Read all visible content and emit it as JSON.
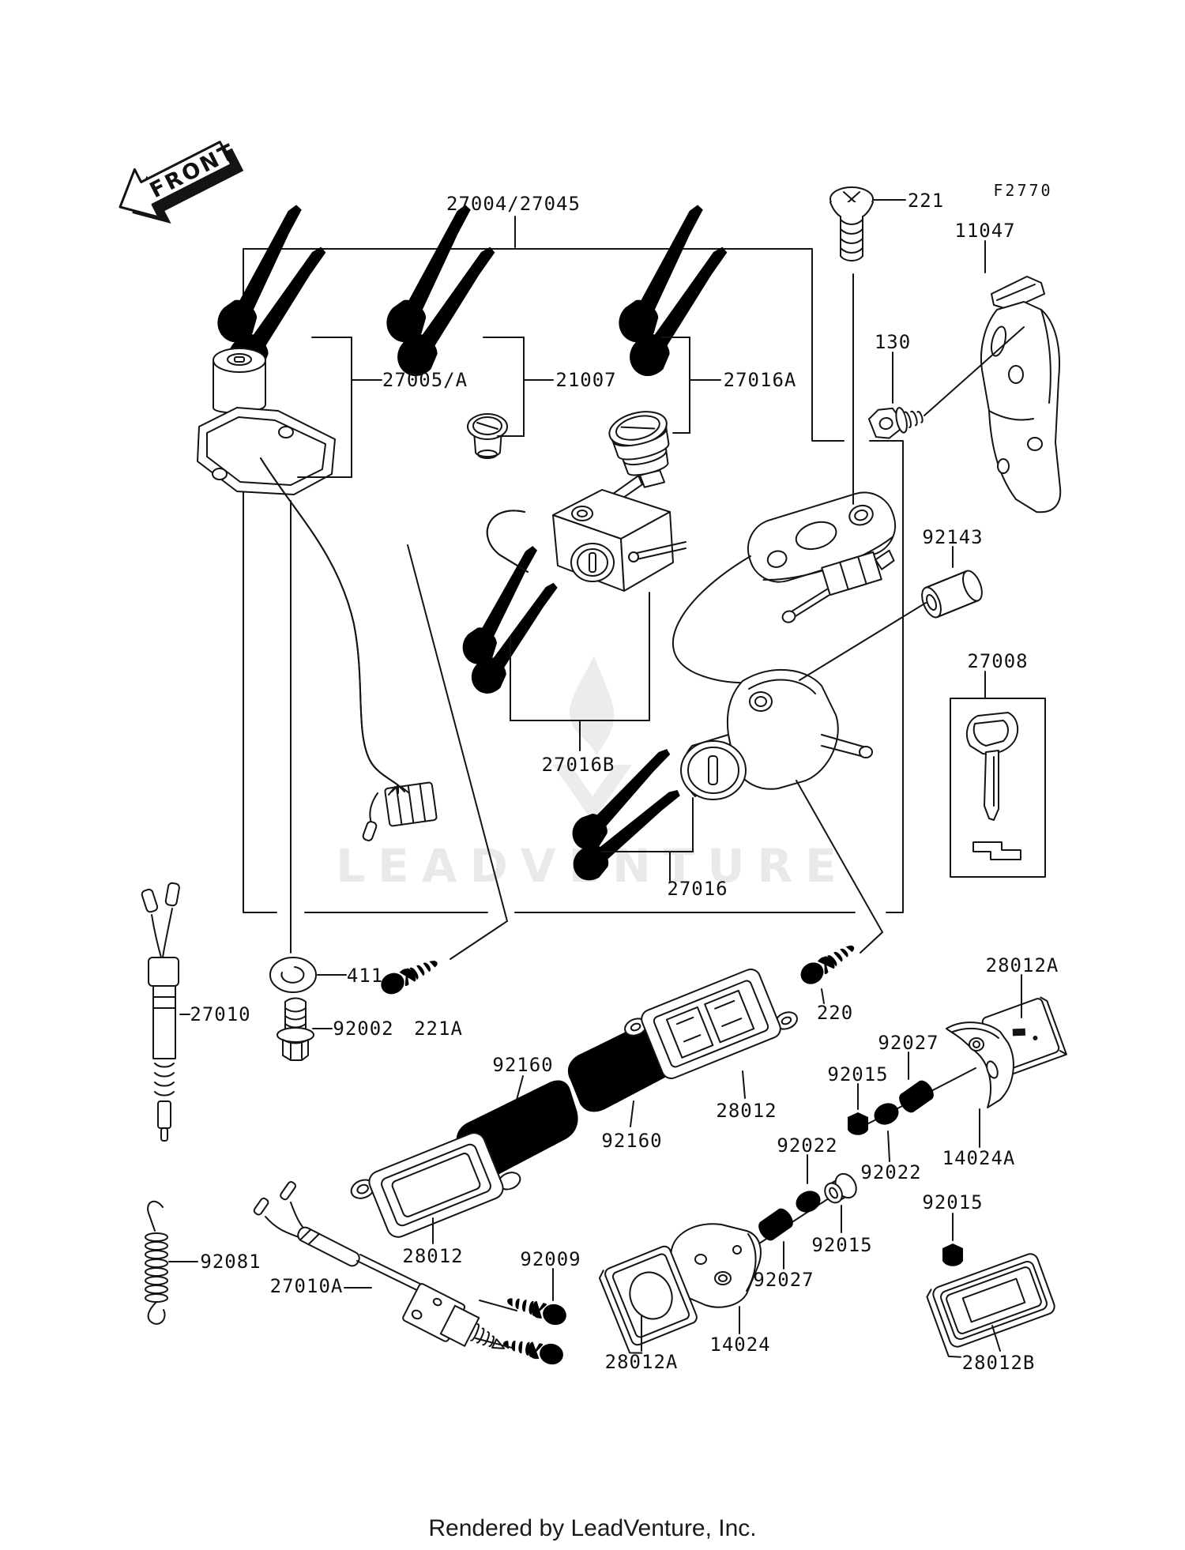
{
  "front_arrow": {
    "label": "FRONT"
  },
  "figure": {
    "code": "F2770"
  },
  "watermark": {
    "logo_text": "LEADVENTURE"
  },
  "footer": {
    "credit": "Rendered by LeadVenture, Inc."
  },
  "colors": {
    "line": "#141414",
    "background": "#ffffff",
    "watermark": "#e9e9e9"
  },
  "part_labels": {
    "ignition_key_set": "27004/27045",
    "screw_221": "221",
    "bracket_11047": "11047",
    "bolt_130": "130",
    "keys_27005": "27005/A",
    "keys_21007": "21007",
    "keys_27016a": "27016A",
    "collar_92143": "92143",
    "key_blank_27008": "27008",
    "helmet_lock_27016b": "27016B",
    "seat_lock_27016": "27016",
    "washer_411": "411",
    "bolt_92002": "92002",
    "switch_27010": "27010",
    "screw_221a": "221A",
    "gasket_92160_front": "92160",
    "gasket_92160_rear": "92160",
    "reflector_28012_rear": "28012",
    "screw_220": "220",
    "bushing_92027_upper": "92027",
    "nut_92015_upper": "92015",
    "pad_28012a_rear": "28012A",
    "washer_92022_front": "92022",
    "washer_92022_rear": "92022",
    "bracket_14024a": "14024A",
    "collar_92015_mid": "92015",
    "spring_92081": "92081",
    "rod_27010a": "27010A",
    "reflector_28012_front": "28012",
    "screw_92009": "92009",
    "bushing_92027_lower": "92027",
    "bracket_14024": "14024",
    "pad_28012a_front": "28012A",
    "nut_92015_lower": "92015",
    "reflector_28012b": "28012B"
  }
}
